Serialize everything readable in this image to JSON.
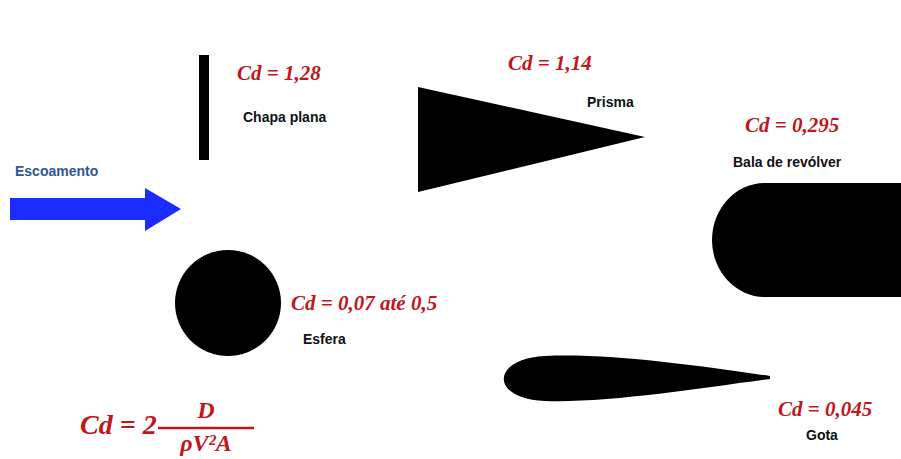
{
  "diagram": {
    "labels": [
      "Cd = 1,28",
      "Chapa plana",
      "Cd = 1,14",
      "Prisma",
      "Cd = 0,295",
      "Escoamento",
      "Bala de revólver",
      "Cd = 0,07 até 0,5",
      "Esfera",
      "Cd = 0,045",
      "Gota",
      "Cd = 2",
      "D",
      "ρV²A"
    ]
  }
}
